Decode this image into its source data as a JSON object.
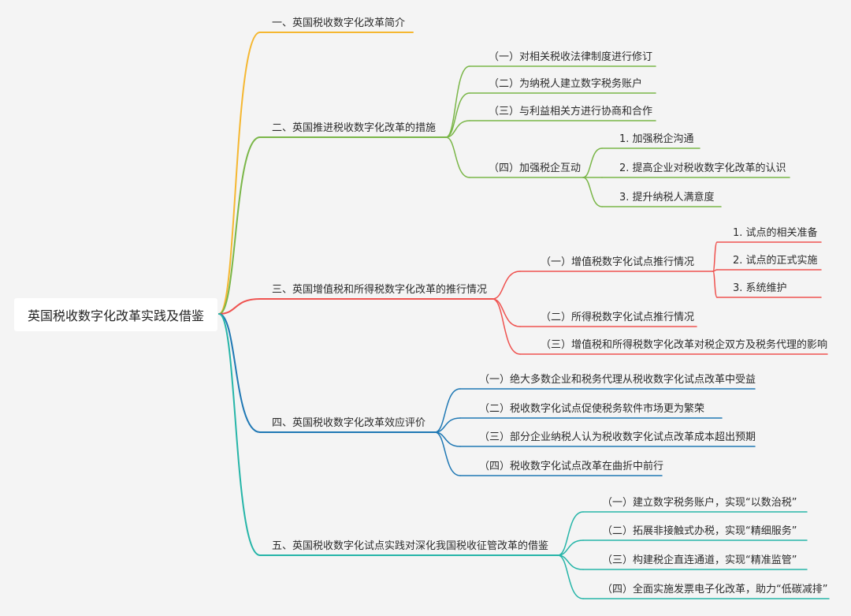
{
  "root": "英国税收数字化改革实践及借鉴",
  "colors": {
    "branch1": "#f5b731",
    "branch2": "#7ab648",
    "branch3": "#ef5350",
    "branch4": "#1f78b4",
    "branch5": "#26b5a8",
    "background": "#f4f4f4"
  },
  "branches": [
    {
      "label": "一、英国税收数字化改革简介",
      "children": []
    },
    {
      "label": "二、英国推进税收数字化改革的措施",
      "children": [
        {
          "label": "（一）对相关税收法律制度进行修订"
        },
        {
          "label": "（二）为纳税人建立数字税务账户"
        },
        {
          "label": "（三）与利益相关方进行协商和合作"
        },
        {
          "label": "（四）加强税企互动",
          "children": [
            {
              "label": "1. 加强税企沟通"
            },
            {
              "label": "2. 提高企业对税收数字化改革的认识"
            },
            {
              "label": "3. 提升纳税人满意度"
            }
          ]
        }
      ]
    },
    {
      "label": "三、英国增值税和所得税数字化改革的推行情况",
      "children": [
        {
          "label": "（一）增值税数字化试点推行情况",
          "children": [
            {
              "label": "1. 试点的相关准备"
            },
            {
              "label": "2. 试点的正式实施"
            },
            {
              "label": "3. 系统维护"
            }
          ]
        },
        {
          "label": "（二）所得税数字化试点推行情况"
        },
        {
          "label": "（三）增值税和所得税数字化改革对税企双方及税务代理的影响"
        }
      ]
    },
    {
      "label": "四、英国税收数字化改革效应评价",
      "children": [
        {
          "label": "（一）绝大多数企业和税务代理从税收数字化试点改革中受益"
        },
        {
          "label": "（二）税收数字化试点促使税务软件市场更为繁荣"
        },
        {
          "label": "（三）部分企业纳税人认为税收数字化试点改革成本超出预期"
        },
        {
          "label": "（四）税收数字化试点改革在曲折中前行"
        }
      ]
    },
    {
      "label": "五、英国税收数字化试点实践对深化我国税收征管改革的借鉴",
      "children": [
        {
          "label": "（一）建立数字税务账户，实现“以数治税”"
        },
        {
          "label": "（二）拓展非接触式办税，实现“精细服务”"
        },
        {
          "label": "（三）构建税企直连通道，实现“精准监管”"
        },
        {
          "label": "（四）全面实施发票电子化改革，助力“低碳减排”"
        }
      ]
    }
  ]
}
